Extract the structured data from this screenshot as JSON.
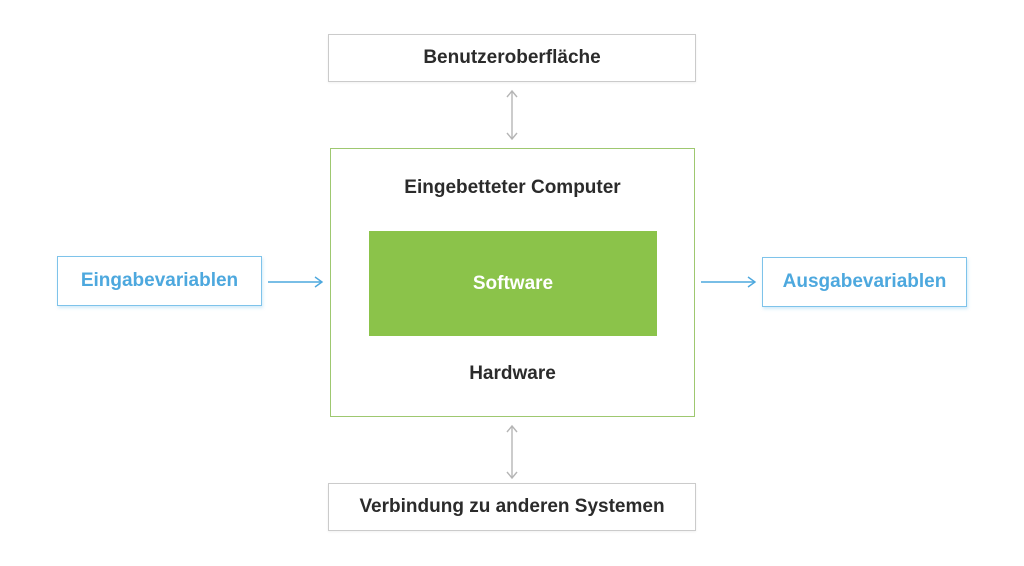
{
  "diagram": {
    "nodes": {
      "user_interface": {
        "label": "Benutzeroberfläche"
      },
      "embedded_computer": {
        "label": "Eingebetteter Computer"
      },
      "software": {
        "label": "Software"
      },
      "hardware": {
        "label": "Hardware"
      },
      "input_variables": {
        "label": "Eingabevariablen"
      },
      "output_variables": {
        "label": "Ausgabevariablen"
      },
      "external_systems": {
        "label": "Verbindung zu anderen Systemen"
      }
    },
    "connections": [
      {
        "from": "user_interface",
        "to": "embedded_computer",
        "direction": "bidirectional",
        "color": "#b5b5b5"
      },
      {
        "from": "embedded_computer",
        "to": "external_systems",
        "direction": "bidirectional",
        "color": "#b5b5b5"
      },
      {
        "from": "input_variables",
        "to": "embedded_computer",
        "direction": "right",
        "color": "#4da8de"
      },
      {
        "from": "embedded_computer",
        "to": "output_variables",
        "direction": "right",
        "color": "#4da8de"
      }
    ],
    "colors": {
      "green_fill": "#8bc34a",
      "green_border": "#9ec870",
      "blue_border": "#7ec3ea",
      "blue_text": "#4da8de",
      "gray_border": "#cbcbcb",
      "gray_arrow": "#b5b5b5",
      "dark_text": "#2b2b2b",
      "software_text": "#ffffff",
      "background": "#ffffff"
    }
  }
}
